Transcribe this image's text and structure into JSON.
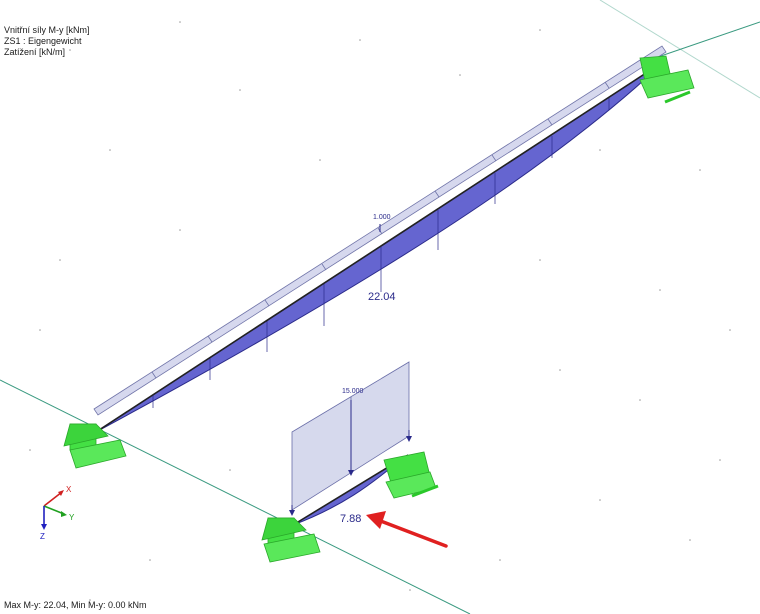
{
  "header": {
    "line1": "Vnitřní síly M-y [kNm]",
    "line2": "ZS1 : Eigengewicht",
    "line3": "Zatížení [kN/m]"
  },
  "beam1": {
    "load_label": "1.000",
    "moment_label": "22.04"
  },
  "beam2": {
    "load_label": "15.000",
    "moment_label": "7.88"
  },
  "axes": {
    "x": "X",
    "y": "Y",
    "z": "Z"
  },
  "status": {
    "text": "Max M-y: 22.04, Min M-y: 0.00 kNm"
  },
  "colors": {
    "moment_fill": "#4a4ac8",
    "support": "#44e044",
    "load_fill": "#cfd2ea",
    "arrow": "#e02020",
    "grid_line": "#3a9a80"
  }
}
